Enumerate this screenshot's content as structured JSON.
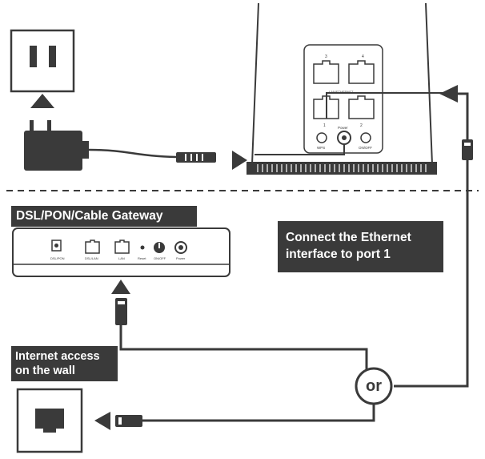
{
  "labels": {
    "gateway_title": "DSL/PON/Cable Gateway",
    "connect_line1": "Connect the Ethernet",
    "connect_line2": "interface to port 1",
    "wall_line1": "Internet access",
    "wall_line2": "on the wall",
    "or": "or"
  },
  "router_ports": {
    "port_labels": [
      "1",
      "2",
      "3",
      "4"
    ],
    "power_label": "Power",
    "wps_label": "WPS",
    "onoff_label": "ON/OFF",
    "lan_label": "LAN/ETHERNET"
  },
  "gateway_ports": {
    "labels": [
      "DSL/PON",
      "DSL/LAN",
      "LAN",
      "Reset",
      "ON/OFF",
      "Power"
    ]
  },
  "colors": {
    "line": "#3a3a3a",
    "label_bg": "#3a3a3a",
    "label_text": "#ffffff"
  }
}
